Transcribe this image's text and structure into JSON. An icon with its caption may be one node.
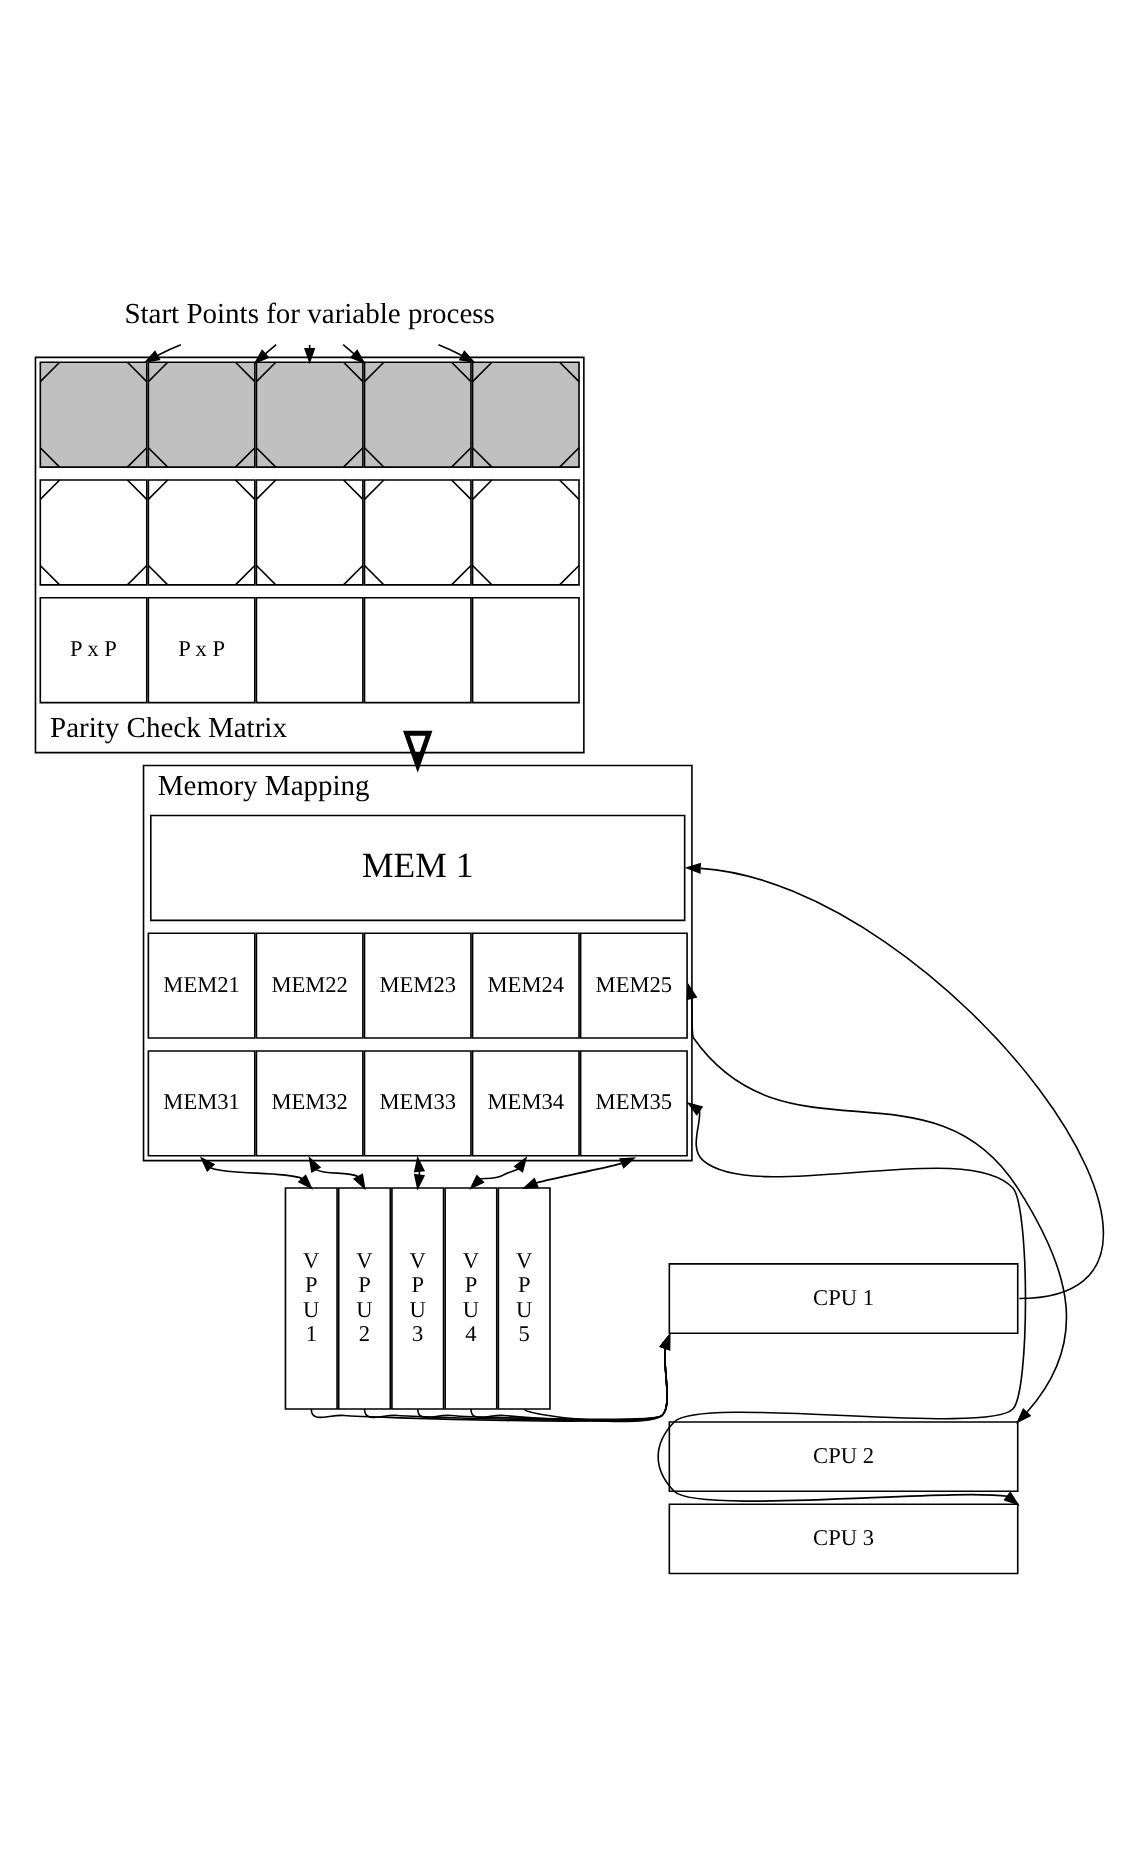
{
  "diagram": {
    "nodes": [
      {
        "text": [
          "Start Points for variable process"
        ]
      },
      {
        "text": [
          "Parity Check Matrix"
        ]
      },
      {
        "text": [],
        "shape": "box",
        "in": 1
      },
      {
        "text": [],
        "shape": "box",
        "in": 1
      },
      {
        "text": [],
        "shape": "box",
        "in": 1
      },
      {
        "text": [],
        "shape": "box",
        "in": 1
      },
      {
        "text": [],
        "shape": "box",
        "in": 1
      },
      {
        "text": [],
        "shape": "box",
        "in": 1
      },
      {
        "text": [],
        "shape": "box",
        "in": 1
      },
      {
        "text": [],
        "shape": "box",
        "in": 1
      },
      {
        "text": [],
        "shape": "box",
        "in": 1
      },
      {
        "text": [],
        "shape": "box",
        "in": 1
      },
      {
        "text": [
          "P x P"
        ],
        "in": 1
      },
      {
        "text": [
          "P x P"
        ],
        "in": 1
      },
      {
        "text": [],
        "shape": "box",
        "in": 1
      },
      {
        "text": [],
        "shape": "box",
        "in": 1
      },
      {
        "text": [],
        "shape": "box",
        "in": 1
      },
      {
        "text": [
          "Memory Mapping"
        ]
      },
      {
        "text": [
          "MEM 1"
        ],
        "in": 17
      },
      {
        "text": [
          "MEM21"
        ],
        "in": 17
      },
      {
        "text": [
          "MEM22"
        ],
        "in": 17
      },
      {
        "text": [
          "MEM23"
        ],
        "in": 17
      },
      {
        "text": [
          "MEM24"
        ],
        "in": 17
      },
      {
        "text": [
          "MEM25"
        ],
        "in": 17
      },
      {
        "text": [
          "MEM31"
        ],
        "in": 17
      },
      {
        "text": [
          "MEM32"
        ],
        "in": 17
      },
      {
        "text": [
          "MEM33"
        ],
        "in": 17
      },
      {
        "text": [
          "MEM34"
        ],
        "in": 17
      },
      {
        "text": [
          "MEM35"
        ],
        "in": 17
      },
      {
        "text": [
          "V P U 1"
        ]
      },
      {
        "text": [
          "V P U 2"
        ]
      },
      {
        "text": [
          "V P U 3"
        ]
      },
      {
        "text": [
          "V P U 4"
        ]
      },
      {
        "text": [
          "V P U 5"
        ]
      },
      {
        "text": [
          "CPU 1"
        ]
      },
      {
        "text": [
          "CPU 2"
        ]
      },
      {
        "text": [
          "CPU 3"
        ]
      }
    ],
    "edges": [
      {
        "from": 0,
        "to": 2,
        "arrow": "to"
      },
      {
        "from": 0,
        "to": 3,
        "arrow": "to"
      },
      {
        "from": 0,
        "to": 4,
        "arrow": "to"
      },
      {
        "from": 0,
        "to": 5,
        "arrow": "to"
      },
      {
        "from": 0,
        "to": 6,
        "arrow": "to"
      },
      {
        "from": 1,
        "to": 17,
        "arrow": "to",
        "style": "thick"
      },
      {
        "from": 24,
        "to": 29,
        "arrow": "both"
      },
      {
        "from": 25,
        "to": 30,
        "arrow": "both"
      },
      {
        "from": 26,
        "to": 31,
        "arrow": "both"
      },
      {
        "from": 27,
        "to": 32,
        "arrow": "both"
      },
      {
        "from": 28,
        "to": 33,
        "arrow": "both"
      },
      {
        "from": 29,
        "to": 34,
        "arrow": "to"
      },
      {
        "from": 30,
        "to": 34,
        "arrow": "to"
      },
      {
        "from": 31,
        "to": 34,
        "arrow": "to"
      },
      {
        "from": 32,
        "to": 34,
        "arrow": "to"
      },
      {
        "from": 33,
        "to": 34,
        "arrow": "to"
      },
      {
        "from": 34,
        "to": 18,
        "arrow": "to"
      },
      {
        "from": 23,
        "to": 35,
        "arrow": "both"
      },
      {
        "from": 28,
        "to": 36,
        "arrow": "both"
      }
    ]
  }
}
